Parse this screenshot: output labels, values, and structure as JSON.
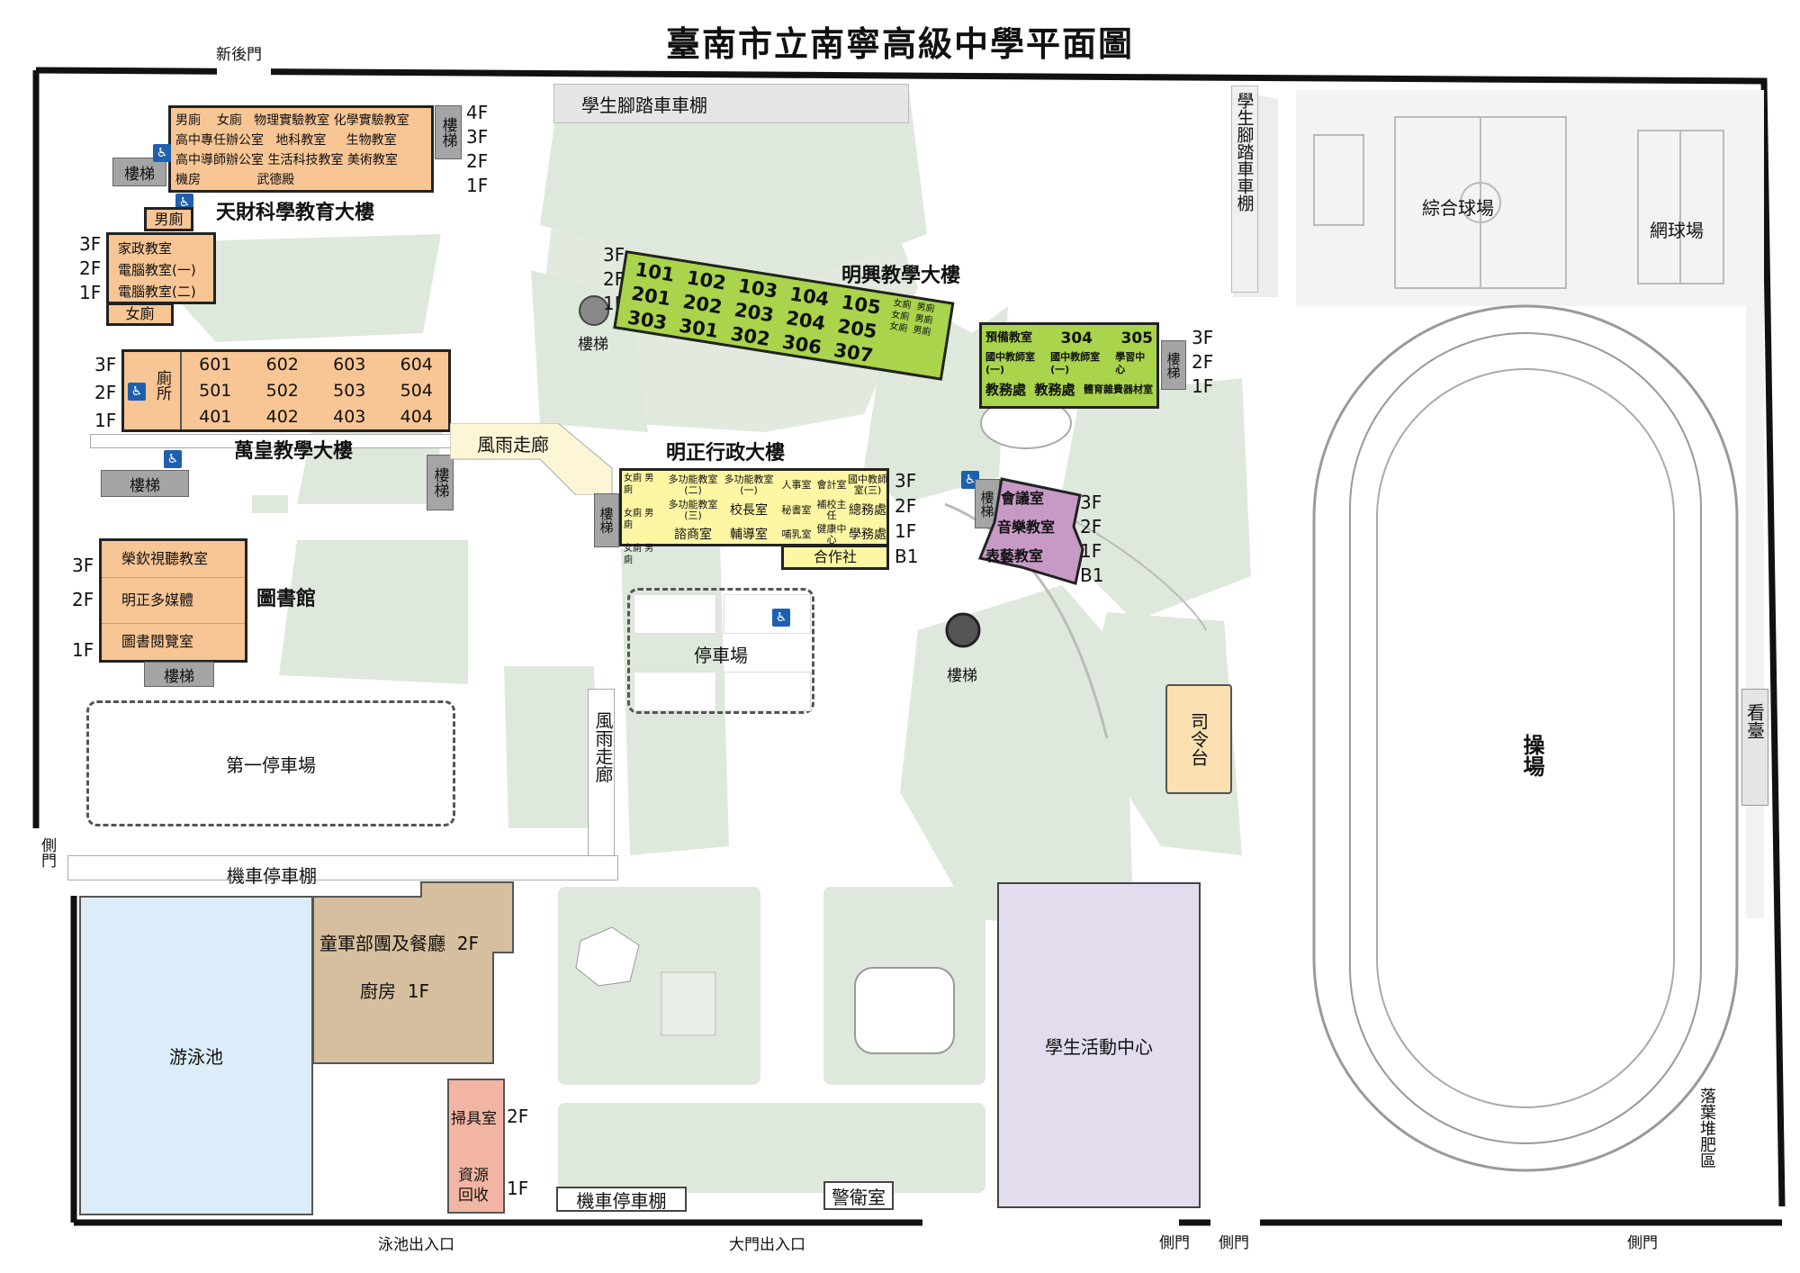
{
  "title": "臺南市立南寧高級中學平面圖",
  "gates": {
    "new_back_gate": "新後門",
    "side_gate_left": "側門",
    "pool_entrance": "泳池出入口",
    "main_entrance": "大門出入口",
    "side_gate_1": "側門",
    "side_gate_2": "側門",
    "side_gate_3": "側門"
  },
  "tiancai": {
    "name": "天財科學教育大樓",
    "rows": [
      [
        "男廁",
        "女廁",
        "物理實驗教室",
        "化學實驗教室"
      ],
      [
        "高中專任辦公室",
        "地科教室",
        "生物教室"
      ],
      [
        "高中導師辦公室",
        "生活科技教室",
        "美術教室"
      ],
      [
        "機房",
        "武德殿"
      ]
    ],
    "floors": [
      "4F",
      "3F",
      "2F",
      "1F"
    ],
    "stairs": "樓梯",
    "restroom_male": "男廁",
    "west_rooms": [
      "家政教室",
      "電腦教室(一)",
      "電腦教室(二)"
    ],
    "west_floors": [
      "3F",
      "2F",
      "1F"
    ],
    "restroom_female": "女廁"
  },
  "wanhuang": {
    "name": "萬皇教學大樓",
    "restroom": "廁所",
    "floors": [
      "3F",
      "2F",
      "1F"
    ],
    "rooms": [
      [
        "601",
        "602",
        "603",
        "604"
      ],
      [
        "501",
        "502",
        "503",
        "504"
      ],
      [
        "401",
        "402",
        "403",
        "404"
      ]
    ],
    "stairs": "樓梯",
    "stairs_east": "樓梯"
  },
  "library": {
    "name": "圖書館",
    "floors": [
      "3F",
      "2F",
      "1F"
    ],
    "rooms": [
      "榮欽視聽教室",
      "明正多媒體",
      "圖書閱覽室"
    ],
    "stairs": "樓梯"
  },
  "corridor_1": "風雨走廊",
  "corridor_2": "風雨走廊",
  "parking_1": "第一停車場",
  "parking_2": "停車場",
  "motor_shed_1": "機車停車棚",
  "motor_shed_2": "機車停車棚",
  "bike_shed_top": "學生腳踏車車棚",
  "bike_shed_side": "學生腳踏車車棚",
  "mingxing": {
    "name": "明興教學大樓",
    "floors": [
      "3F",
      "2F",
      "1F"
    ],
    "rows": [
      [
        "101",
        "102",
        "103",
        "104",
        "105"
      ],
      [
        "201",
        "202",
        "203",
        "204",
        "205"
      ],
      [
        "303",
        "301",
        "302",
        "306",
        "307"
      ]
    ],
    "restrooms": [
      "女廁",
      "男廁",
      "女廁",
      "男廁",
      "女廁",
      "男廁"
    ],
    "stairs": "樓梯"
  },
  "east_block": {
    "row1": [
      "預備教室",
      "304",
      "305"
    ],
    "row2": [
      "國中教師室(一)",
      "國中教師室(一)",
      "學習中心"
    ],
    "row3": [
      "教務處",
      "教務處",
      "體育雜費器材室"
    ],
    "floors": [
      "3F",
      "2F",
      "1F"
    ],
    "stairs": "樓梯"
  },
  "mingzheng": {
    "name": "明正行政大樓",
    "floors": [
      "3F",
      "2F",
      "1F",
      "B1"
    ],
    "stairs": "樓梯",
    "col_restrooms": [
      "女廁",
      "男廁",
      "女廁",
      "男廁",
      "女廁",
      "男廁"
    ],
    "row1": [
      "多功能教室(二)",
      "多功能教室(一)",
      "人事室",
      "會計室",
      "國中教師室(三)"
    ],
    "row2": [
      "多功能教室(三)",
      "校長室",
      "秘書室",
      "補校主任",
      "總務處"
    ],
    "row3": [
      "諮商室",
      "輔導室",
      "哺乳室",
      "健康中心",
      "學務處"
    ],
    "basement": "合作社"
  },
  "arts": {
    "rooms": [
      "會議室",
      "音樂教室",
      "表藝教室"
    ],
    "floors": [
      "3F",
      "2F",
      "1F",
      "B1"
    ],
    "stairs": "樓梯"
  },
  "spiral_stairs": "樓梯",
  "courts": {
    "combined": "綜合球場",
    "tennis": "網球場"
  },
  "field": "操場",
  "stand": "看臺",
  "podium": "司令台",
  "pool": "游泳池",
  "scout": {
    "label": "童軍部團及餐廳",
    "floor": "2F",
    "kitchen": "廚房",
    "kitchen_floor": "1F"
  },
  "storage": {
    "label": "掃具室",
    "floor": "2F",
    "recycle": "資源回收",
    "recycle_floor": "1F"
  },
  "guard": "警衛室",
  "activity_center": "學生活動中心",
  "compost": "落葉堆肥區",
  "colors": {
    "orange": "#f8c594",
    "lime": "#a9d44b",
    "yellow": "#fdf6a3",
    "purple": "#c79ac6",
    "pool": "#dcedf9",
    "scout": "#d6bf9e",
    "storage": "#f3b5a3",
    "activity": "#e3dcef",
    "podium": "#fbe0b0",
    "green_area": "#dfe8dc"
  },
  "icons": [
    "wheelchair-icon",
    "stairs-icon"
  ]
}
